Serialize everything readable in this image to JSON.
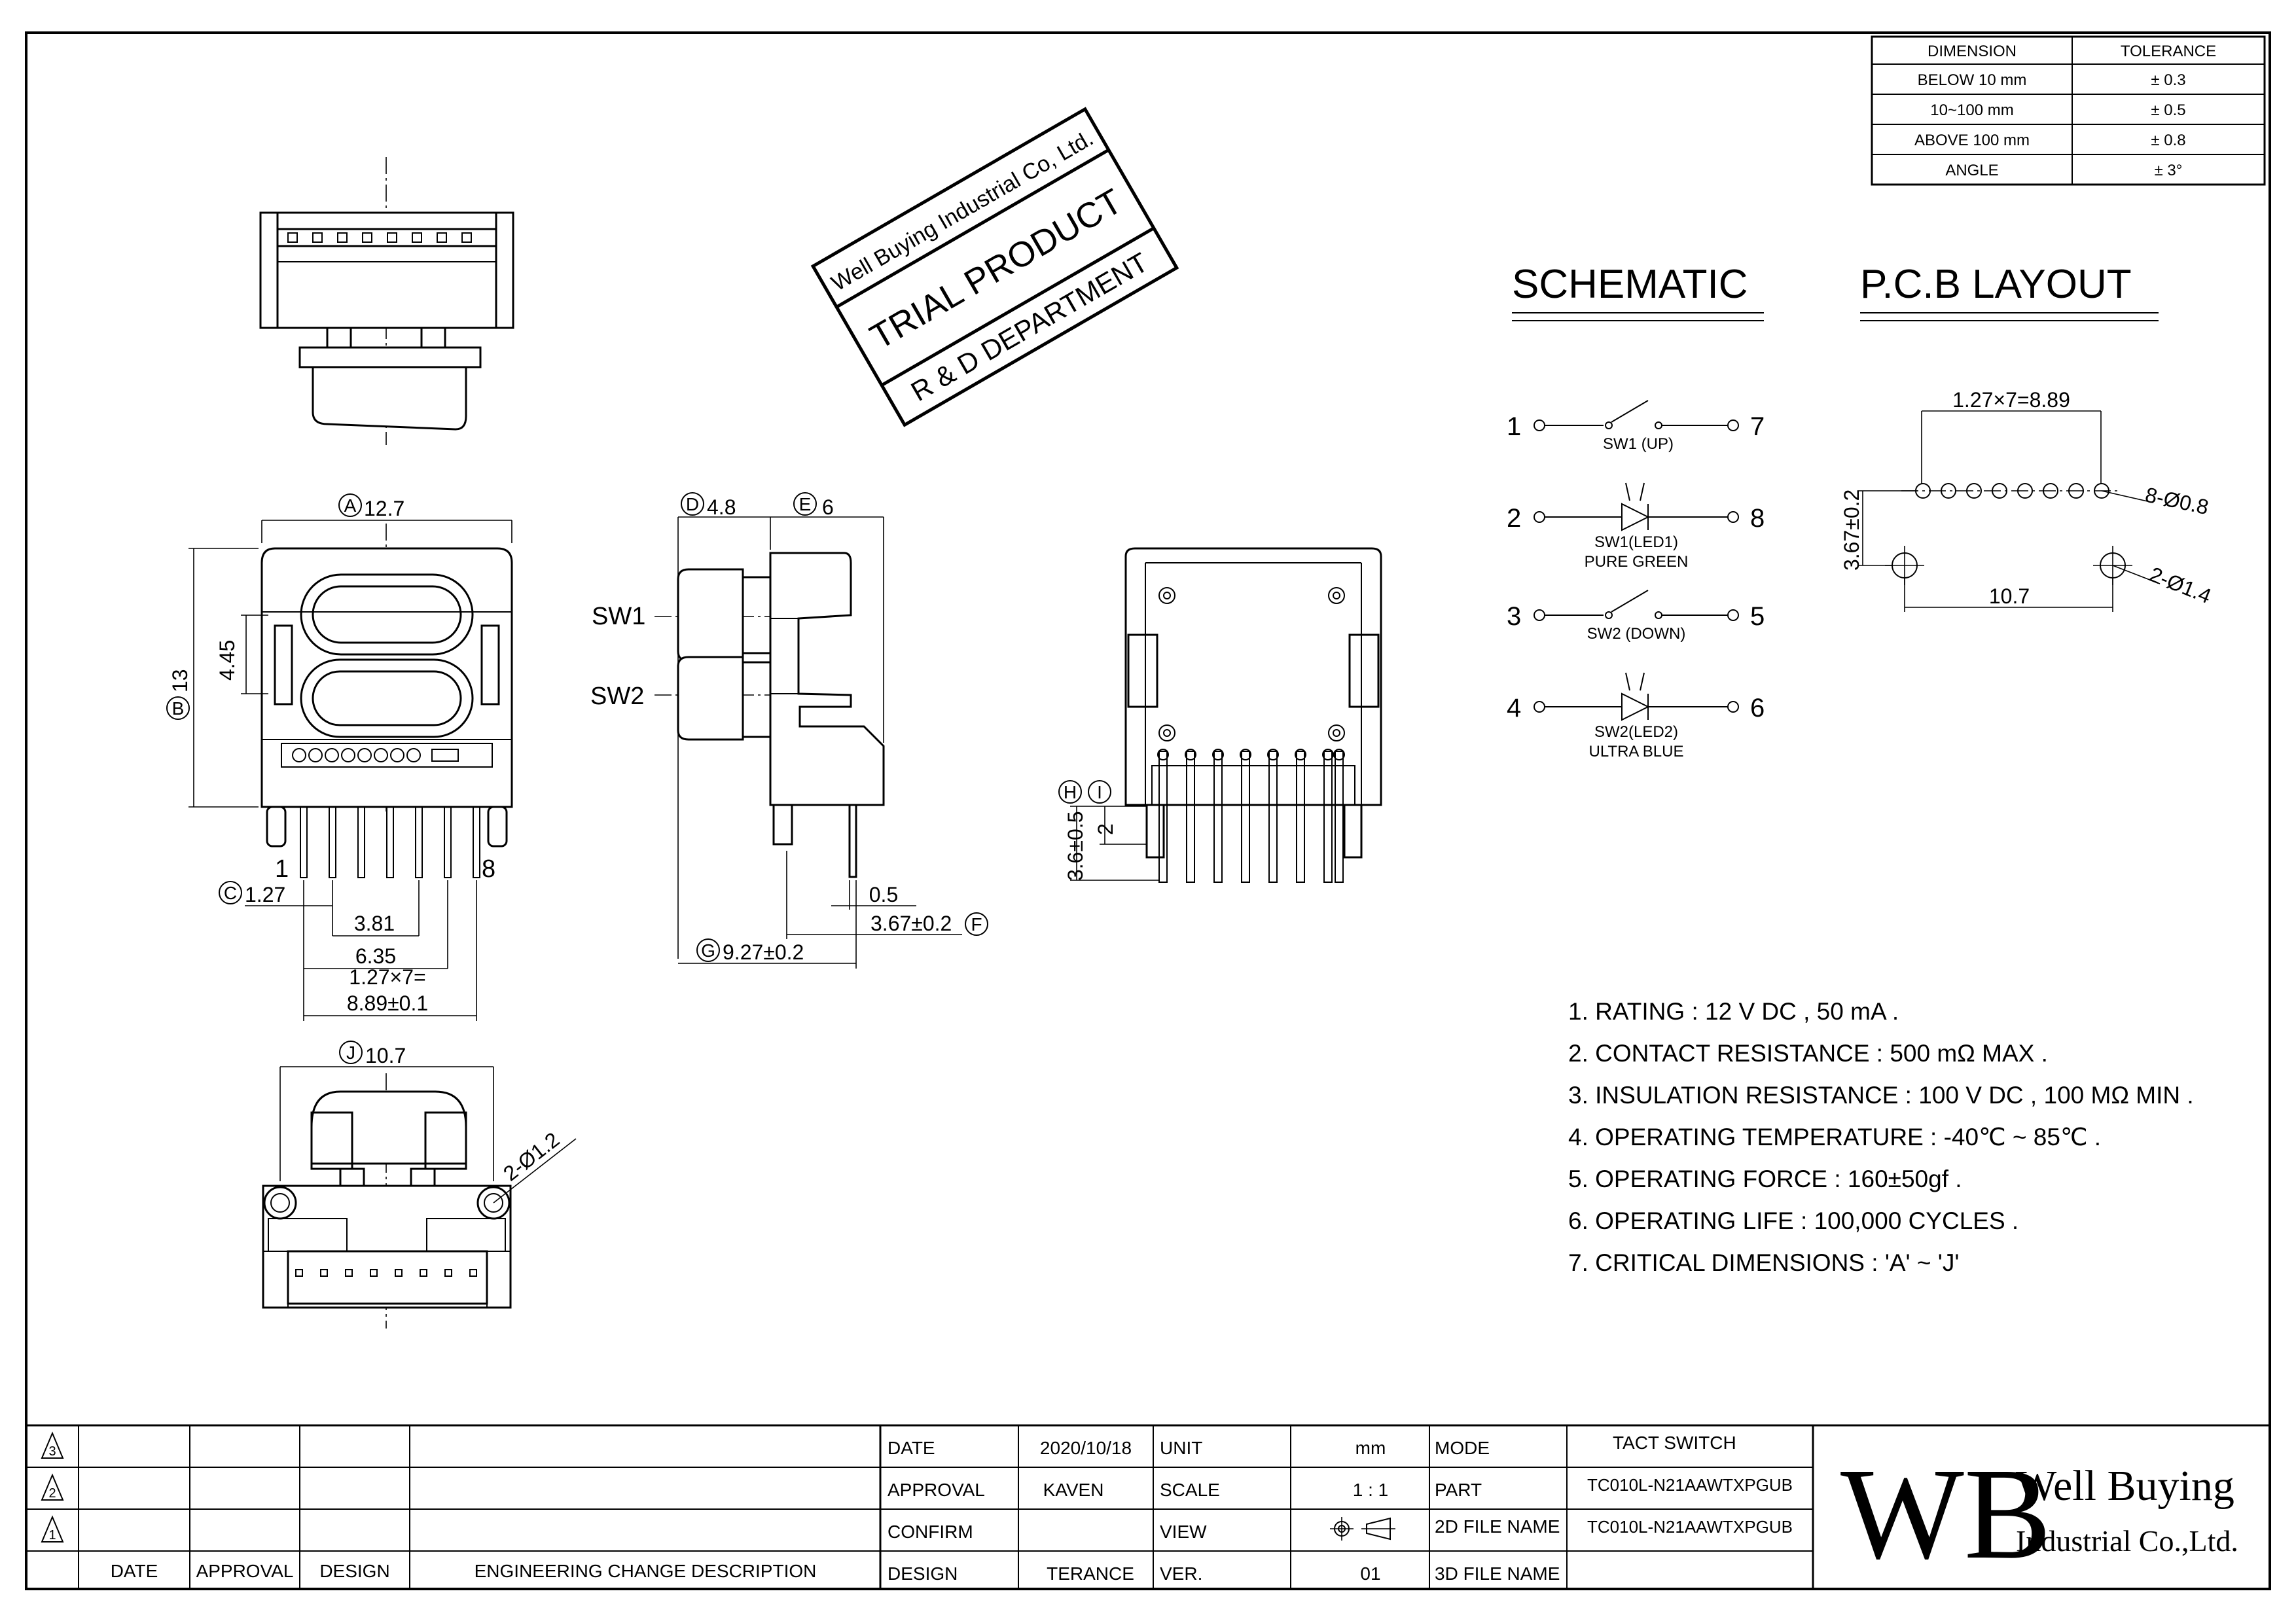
{
  "tolerance_table": {
    "headers": [
      "DIMENSION",
      "TOLERANCE"
    ],
    "rows": [
      [
        "BELOW 10 mm",
        "± 0.3"
      ],
      [
        "10~100 mm",
        "± 0.5"
      ],
      [
        "ABOVE 100 mm",
        "± 0.8"
      ],
      [
        "ANGLE",
        "± 3°"
      ]
    ]
  },
  "stamp": {
    "company": "Well Buying Industrial Co, Ltd.",
    "status": "TRIAL  PRODUCT",
    "department": "R & D DEPARTMENT"
  },
  "schematic": {
    "title": "SCHEMATIC",
    "elements": [
      {
        "left_pin": "1",
        "right_pin": "7",
        "label": "SW1 (UP)",
        "kind": "switch"
      },
      {
        "left_pin": "2",
        "right_pin": "8",
        "label": "SW1(LED1)",
        "label2": "PURE  GREEN",
        "kind": "led"
      },
      {
        "left_pin": "3",
        "right_pin": "5",
        "label": "SW2 (DOWN)",
        "kind": "switch"
      },
      {
        "left_pin": "4",
        "right_pin": "6",
        "label": "SW2(LED2)",
        "label2": "ULTRA  BLUE",
        "kind": "led"
      }
    ]
  },
  "pcb": {
    "title": "P.C.B  LAYOUT",
    "pitch_dim": "1.27×7=8.89",
    "hole_small": "8-Ø0.8",
    "height_dim": "3.67±0.2",
    "span_dim": "10.7",
    "hole_large": "2-Ø1.4"
  },
  "front_view": {
    "A_letter": "A",
    "A_value": "12.7",
    "B_letter": "B",
    "B_value": "13",
    "c_value": "4.45",
    "C_letter": "C",
    "C_value": "1.27",
    "pin_first": "1",
    "pin_last": "8",
    "d381": "3.81",
    "d635": "6.35",
    "pitch_line1": "1.27×7=",
    "pitch_line2": "8.89±0.1"
  },
  "side_view": {
    "D_letter": "D",
    "D_value": "4.8",
    "E_letter": "E",
    "E_value": "6",
    "sw1": "SW1",
    "sw2": "SW2",
    "pin_w": "0.5",
    "F_letter": "F",
    "F_value": "3.67±0.2",
    "G_letter": "G",
    "G_value": "9.27±0.2"
  },
  "rear_view": {
    "H_letter": "H",
    "H_value": "3.6±0.5",
    "I_letter": "I",
    "I_value": "2"
  },
  "bottom_view": {
    "J_letter": "J",
    "J_value": "10.7",
    "hole": "2-Ø1.2"
  },
  "notes": [
    "1. RATING : 12 V DC , 50 mA .",
    "2. CONTACT RESISTANCE : 500 mΩ MAX .",
    "3. INSULATION RESISTANCE : 100 V DC , 100 MΩ MIN .",
    "4. OPERATING TEMPERATURE : -40℃ ~ 85℃ .",
    "5. OPERATING FORCE : 160±50gf .",
    "6. OPERATING LIFE : 100,000 CYCLES .",
    "7. CRITICAL DIMENSIONS : 'A' ~ 'J'"
  ],
  "title_block": {
    "revisions": [
      "3",
      "2",
      "1"
    ],
    "change_headers": [
      "DATE",
      "APPROVAL",
      "DESIGN",
      "ENGINEERING CHANGE DESCRIPTION"
    ],
    "rows": [
      {
        "label": "DATE",
        "value": "2020/10/18",
        "label2": "UNIT",
        "value2": "mm",
        "label3": "MODE",
        "value3": "TACT SWITCH"
      },
      {
        "label": "APPROVAL",
        "value": "KAVEN",
        "label2": "SCALE",
        "value2": "1 : 1",
        "label3": "PART",
        "value3": "TC010L-N21AAWTXPGUB"
      },
      {
        "label": "CONFIRM",
        "value": "",
        "label2": "VIEW",
        "value2": "",
        "label3": "2D FILE NAME",
        "value3": "TC010L-N21AAWTXPGUB"
      },
      {
        "label": "DESIGN",
        "value": "TERANCE",
        "label2": "VER.",
        "value2": "01",
        "label3": "3D FILE NAME",
        "value3": ""
      }
    ],
    "logo_letters": "WB",
    "logo_line1": "Well Buying",
    "logo_line2": "Industrial Co.,Ltd."
  }
}
